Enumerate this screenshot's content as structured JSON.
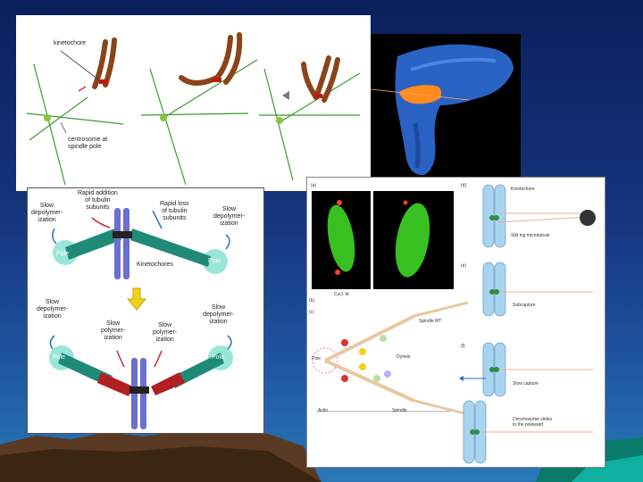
{
  "panel1": {
    "kinetochore_label": "kinetochore",
    "centrosome_label": "centrosome at\nspindle pole"
  },
  "panel3": {
    "rapid_addition": "Rapid addition\nof tubulin\nsubunits",
    "rapid_loss": "Rapid loss\nof tubulin\nsubunits",
    "slow_depoly_left_top": "Slow\ndepolymer-\nization",
    "slow_depoly_right_top": "Slow\ndepolymer-\nization",
    "pole_left_top": "Pole",
    "pole_right_top": "Pole",
    "kinetochores": "Kinetochores",
    "slow_depoly_left_bottom": "Slow\ndepolymer-\nization",
    "slow_depoly_right_bottom": "Slow\ndepolymer-\nization",
    "slow_poly_left": "Slow\npolymer-\nization",
    "slow_poly_right": "Slow\npolymer-\nization",
    "pole_left_bottom": "Pole",
    "pole_right_bottom": "Pole"
  },
  "panel4": {
    "label_a": "(a)",
    "label_b": "(b)",
    "label_c": "(c)",
    "label_d": "(d)",
    "label_e": "(e)",
    "label_f": "(f)",
    "cycle_label": "Cycl. ld",
    "spindle_mt": "Spindle MT",
    "dynein_label": "Dynein",
    "actin_label": "Actin",
    "spindle_label": "Spindle",
    "ready_label": "Subcapture",
    "pole_label": "Pole",
    "slide_fiber": "Slid ing microtubule",
    "slow_capture": "Slow capture",
    "chromatin_note": "Chromosome slides\nto the poleward",
    "kinetochore_small": "Kinetochore"
  },
  "colors": {
    "chromosome_brown": "#8a4418",
    "spindle_green": "#3c9a30",
    "chromosome_purple": "#6b6fd0",
    "microtubule_teal": "#1f8a78",
    "arrow_blue": "#2e6fc0",
    "micrograph_blue": "#2a62c4",
    "micrograph_orange": "#ff8a1e",
    "fluor_green": "#38c020",
    "chromo_lightblue": "#a9d4f0"
  }
}
